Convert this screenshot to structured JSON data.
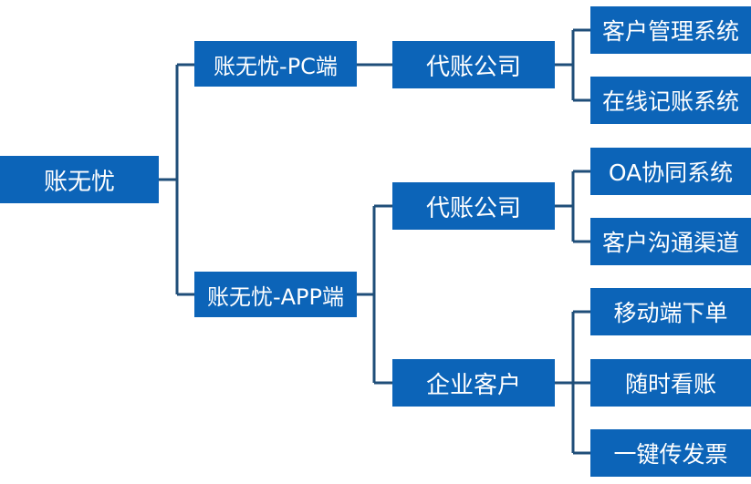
{
  "root": {
    "label": "账无忧"
  },
  "branches": [
    {
      "label": "账无忧-PC端",
      "children": [
        {
          "label": "代账公司",
          "features": [
            "客户管理系统",
            "在线记账系统"
          ]
        }
      ]
    },
    {
      "label": "账无忧-APP端",
      "children": [
        {
          "label": "代账公司",
          "features": [
            "OA协同系统",
            "客户沟通渠道"
          ]
        },
        {
          "label": "企业客户",
          "features": [
            "移动端下单",
            "随时看账",
            "一键传发票"
          ]
        }
      ]
    }
  ],
  "colors": {
    "node_fill": "#0c64b8",
    "node_text": "#ffffff",
    "connector": "#1f4e79"
  }
}
